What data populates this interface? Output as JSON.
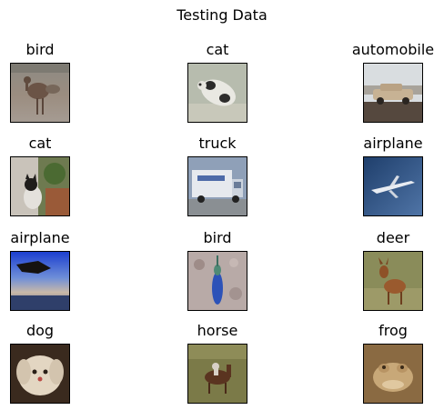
{
  "title": "Testing Data",
  "items": [
    {
      "label": "bird",
      "icon": "bird-photo"
    },
    {
      "label": "cat",
      "icon": "cat-photo"
    },
    {
      "label": "automobile",
      "icon": "automobile-photo"
    },
    {
      "label": "cat",
      "icon": "cat-photo"
    },
    {
      "label": "truck",
      "icon": "truck-photo"
    },
    {
      "label": "airplane",
      "icon": "airplane-photo"
    },
    {
      "label": "airplane",
      "icon": "airplane-photo"
    },
    {
      "label": "bird",
      "icon": "bird-photo"
    },
    {
      "label": "deer",
      "icon": "deer-photo"
    },
    {
      "label": "dog",
      "icon": "dog-photo"
    },
    {
      "label": "horse",
      "icon": "horse-photo"
    },
    {
      "label": "frog",
      "icon": "frog-photo"
    }
  ]
}
